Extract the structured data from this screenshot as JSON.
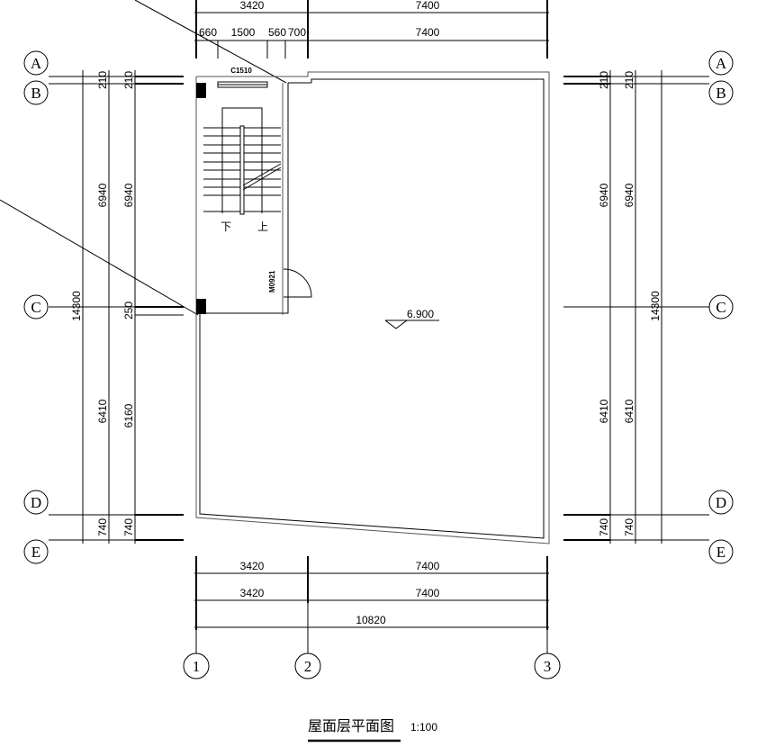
{
  "title": {
    "text": "屋面层平面图",
    "scale": "1:100"
  },
  "elevation": "6.900",
  "window_label": "C1510",
  "door_label": "M0921",
  "stair": {
    "down": "下",
    "up": "上"
  },
  "axes": {
    "rows": [
      "A",
      "B",
      "C",
      "D",
      "E"
    ],
    "columns": [
      "1",
      "2",
      "3"
    ]
  },
  "top_dims": {
    "row1": [
      "3420",
      "7400"
    ],
    "row2": [
      "660",
      "1500",
      "560",
      "700",
      "7400"
    ]
  },
  "bottom_dims": {
    "row1": [
      "3420",
      "7400"
    ],
    "row2": [
      "3420",
      "7400"
    ],
    "total": "10820"
  },
  "left_dims": {
    "total": "14300",
    "col1": [
      "210",
      "6940",
      "6410",
      "740"
    ],
    "col2": [
      "210",
      "6940",
      "250",
      "6160",
      "740"
    ]
  },
  "right_dims": {
    "total": "14300",
    "col1": [
      "210",
      "6940",
      "6410",
      "740"
    ],
    "col2": [
      "210",
      "6940",
      "6410",
      "740"
    ]
  }
}
